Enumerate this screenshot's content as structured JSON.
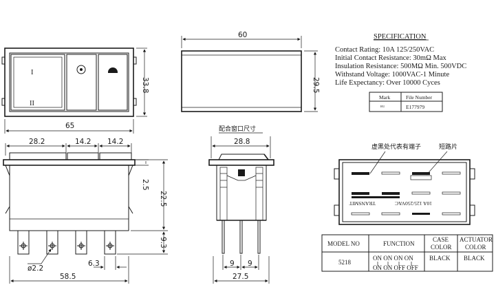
{
  "dims": {
    "front_width": "65",
    "front_height": "33.8",
    "top_width": "60",
    "top_height": "29.5",
    "seg1": "28.2",
    "seg2": "14.2",
    "seg3": "14.2",
    "h_small": "2.5",
    "h_body": "22.5",
    "h_pins": "9.3",
    "pin_dia": "ø2.2",
    "pin_gap": "6.3",
    "bottom_width": "58.5",
    "side_top_width": "28.8",
    "side_pin_a": "9",
    "side_pin_b": "9",
    "side_bottom_width": "27.5"
  },
  "labels": {
    "mounting_hole": "配合窗口尺寸",
    "terminal_note": "虚黑处代表有端子",
    "short_circuit": "短路片",
    "mark_on": "I",
    "mark_off": "II"
  },
  "bottom_view": {
    "text_rating": "10A 125/250VAC",
    "text_brand": "TRANSMIT"
  },
  "spec": {
    "title": "SPECIFICATION",
    "lines": [
      "Contact Rating: 10A 125/250VAC",
      "Initial Contact Resistance: 30mΩ     Max",
      "Insulation Resistance: 500MΩ        Min. 500VDC",
      "Withstand Voltage: 1000VAC-1   Minute",
      " Life Expectancy: Over 10000 Cyces"
    ],
    "mark_header": "Mark",
    "file_header": "File  Number",
    "mark_value": "ᴿᵁ",
    "file_value": "E177979"
  },
  "table": {
    "headers": [
      "MODEL NO",
      "FUNCTION",
      "CASE\nCOLOR",
      "ACTUATOR\nCOLOR"
    ],
    "header_case_1": "CASE",
    "header_case_2": "COLOR",
    "header_act_1": "ACTUATOR",
    "header_act_2": "COLOR",
    "model": "5218",
    "function_top": "ON  ON  ON  ON",
    "function_bottom": "ON  ON OFF  OFF",
    "case_color": "BLACK",
    "actuator_color": "BLACK"
  }
}
